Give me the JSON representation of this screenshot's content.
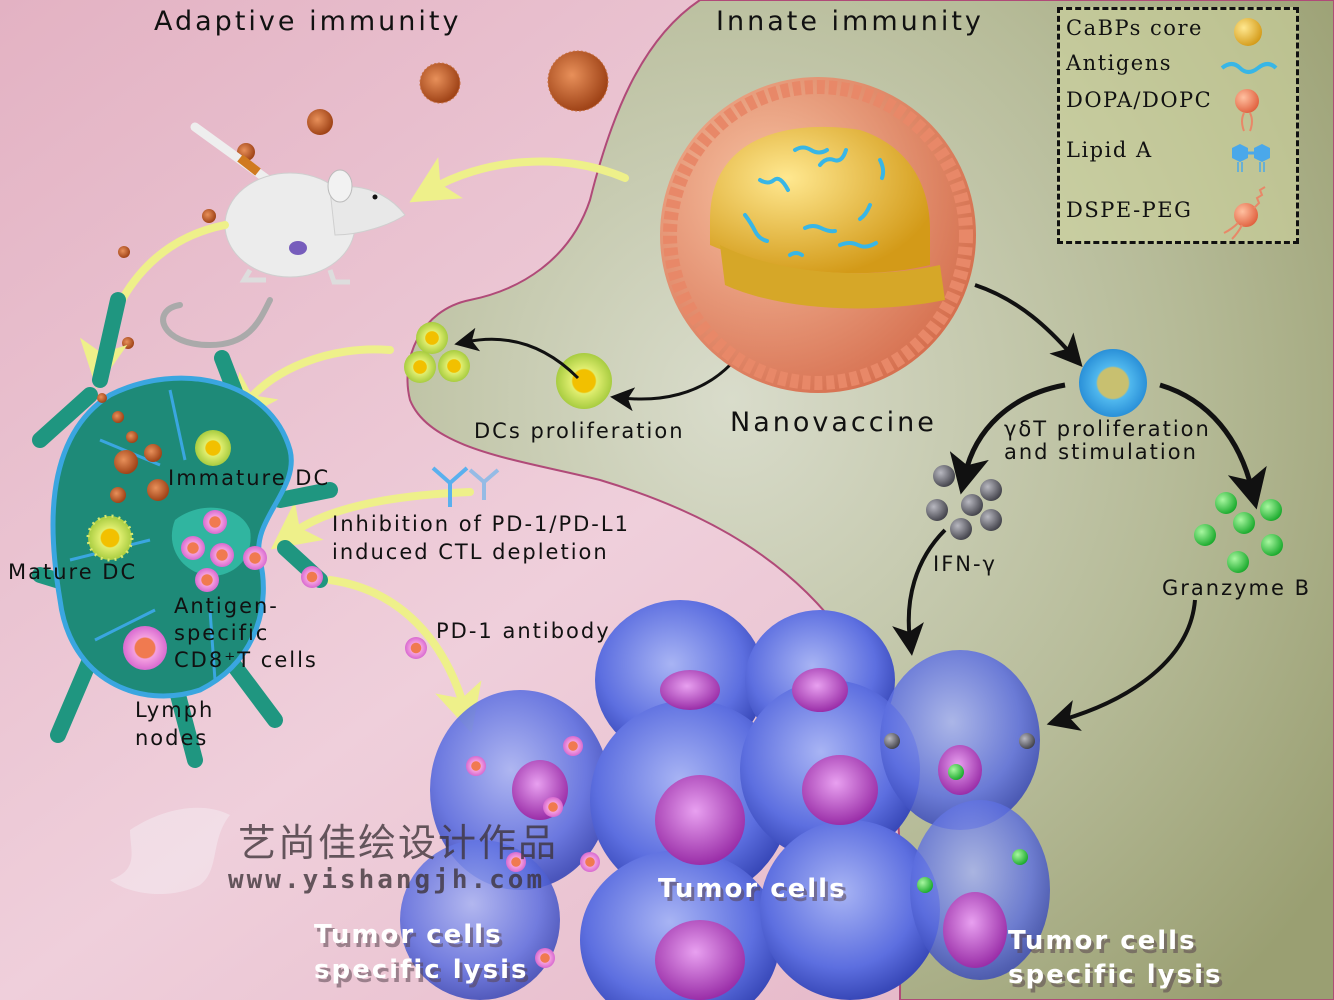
{
  "titles": {
    "adaptive": "Adaptive immunity",
    "innate": "Innate immunity"
  },
  "legend": {
    "items": [
      {
        "label": "CaBPs core",
        "icon": "gold-sphere-icon",
        "color": "#e8b830"
      },
      {
        "label": "Antigens",
        "icon": "blue-wave-icon",
        "color": "#38b6e6"
      },
      {
        "label": "DOPA/DOPC",
        "icon": "lipid-head-icon",
        "color": "#f07a5e"
      },
      {
        "label": "Lipid A",
        "icon": "hexagon-pair-icon",
        "color": "#4aa8ea"
      },
      {
        "label": "DSPE-PEG",
        "icon": "peg-lipid-icon",
        "color": "#f08a6a"
      }
    ]
  },
  "labels": {
    "immature_dc": "Immature DC",
    "mature_dc": "Mature DC",
    "antigen_specific": [
      "Antigen-",
      "specific",
      "CD8⁺T cells"
    ],
    "lymph_nodes": [
      "Lymph",
      "nodes"
    ],
    "inhibition": [
      "Inhibition of PD-1/PD-L1",
      "induced CTL depletion"
    ],
    "pd1_antibody": "PD-1 antibody",
    "dcs_proliferation": "DCs proliferation",
    "nanovaccine": "Nanovaccine",
    "gdt": [
      "γδT proliferation",
      "and stimulation"
    ],
    "ifn": "IFN-γ",
    "granzyme": "Granzyme B",
    "tumor_cells": "Tumor cells",
    "lysis_left": [
      "Tumor cells",
      "specific lysis"
    ],
    "lysis_right": [
      "Tumor cells",
      "specific lysis"
    ]
  },
  "watermark": {
    "chinese": "艺尚佳绘设计作品",
    "url": "www.yishangjh.com"
  },
  "colors": {
    "adaptive_bg": "#e6b9c9",
    "innate_bg": "#b9bf9a",
    "arrow_yellow": "#eef08a",
    "lymph_teal": "#1e8a78",
    "lymph_border": "#3aa6e0",
    "tumor_blue": "#5a6fd8",
    "nucleus_purple": "#b04ac0"
  }
}
